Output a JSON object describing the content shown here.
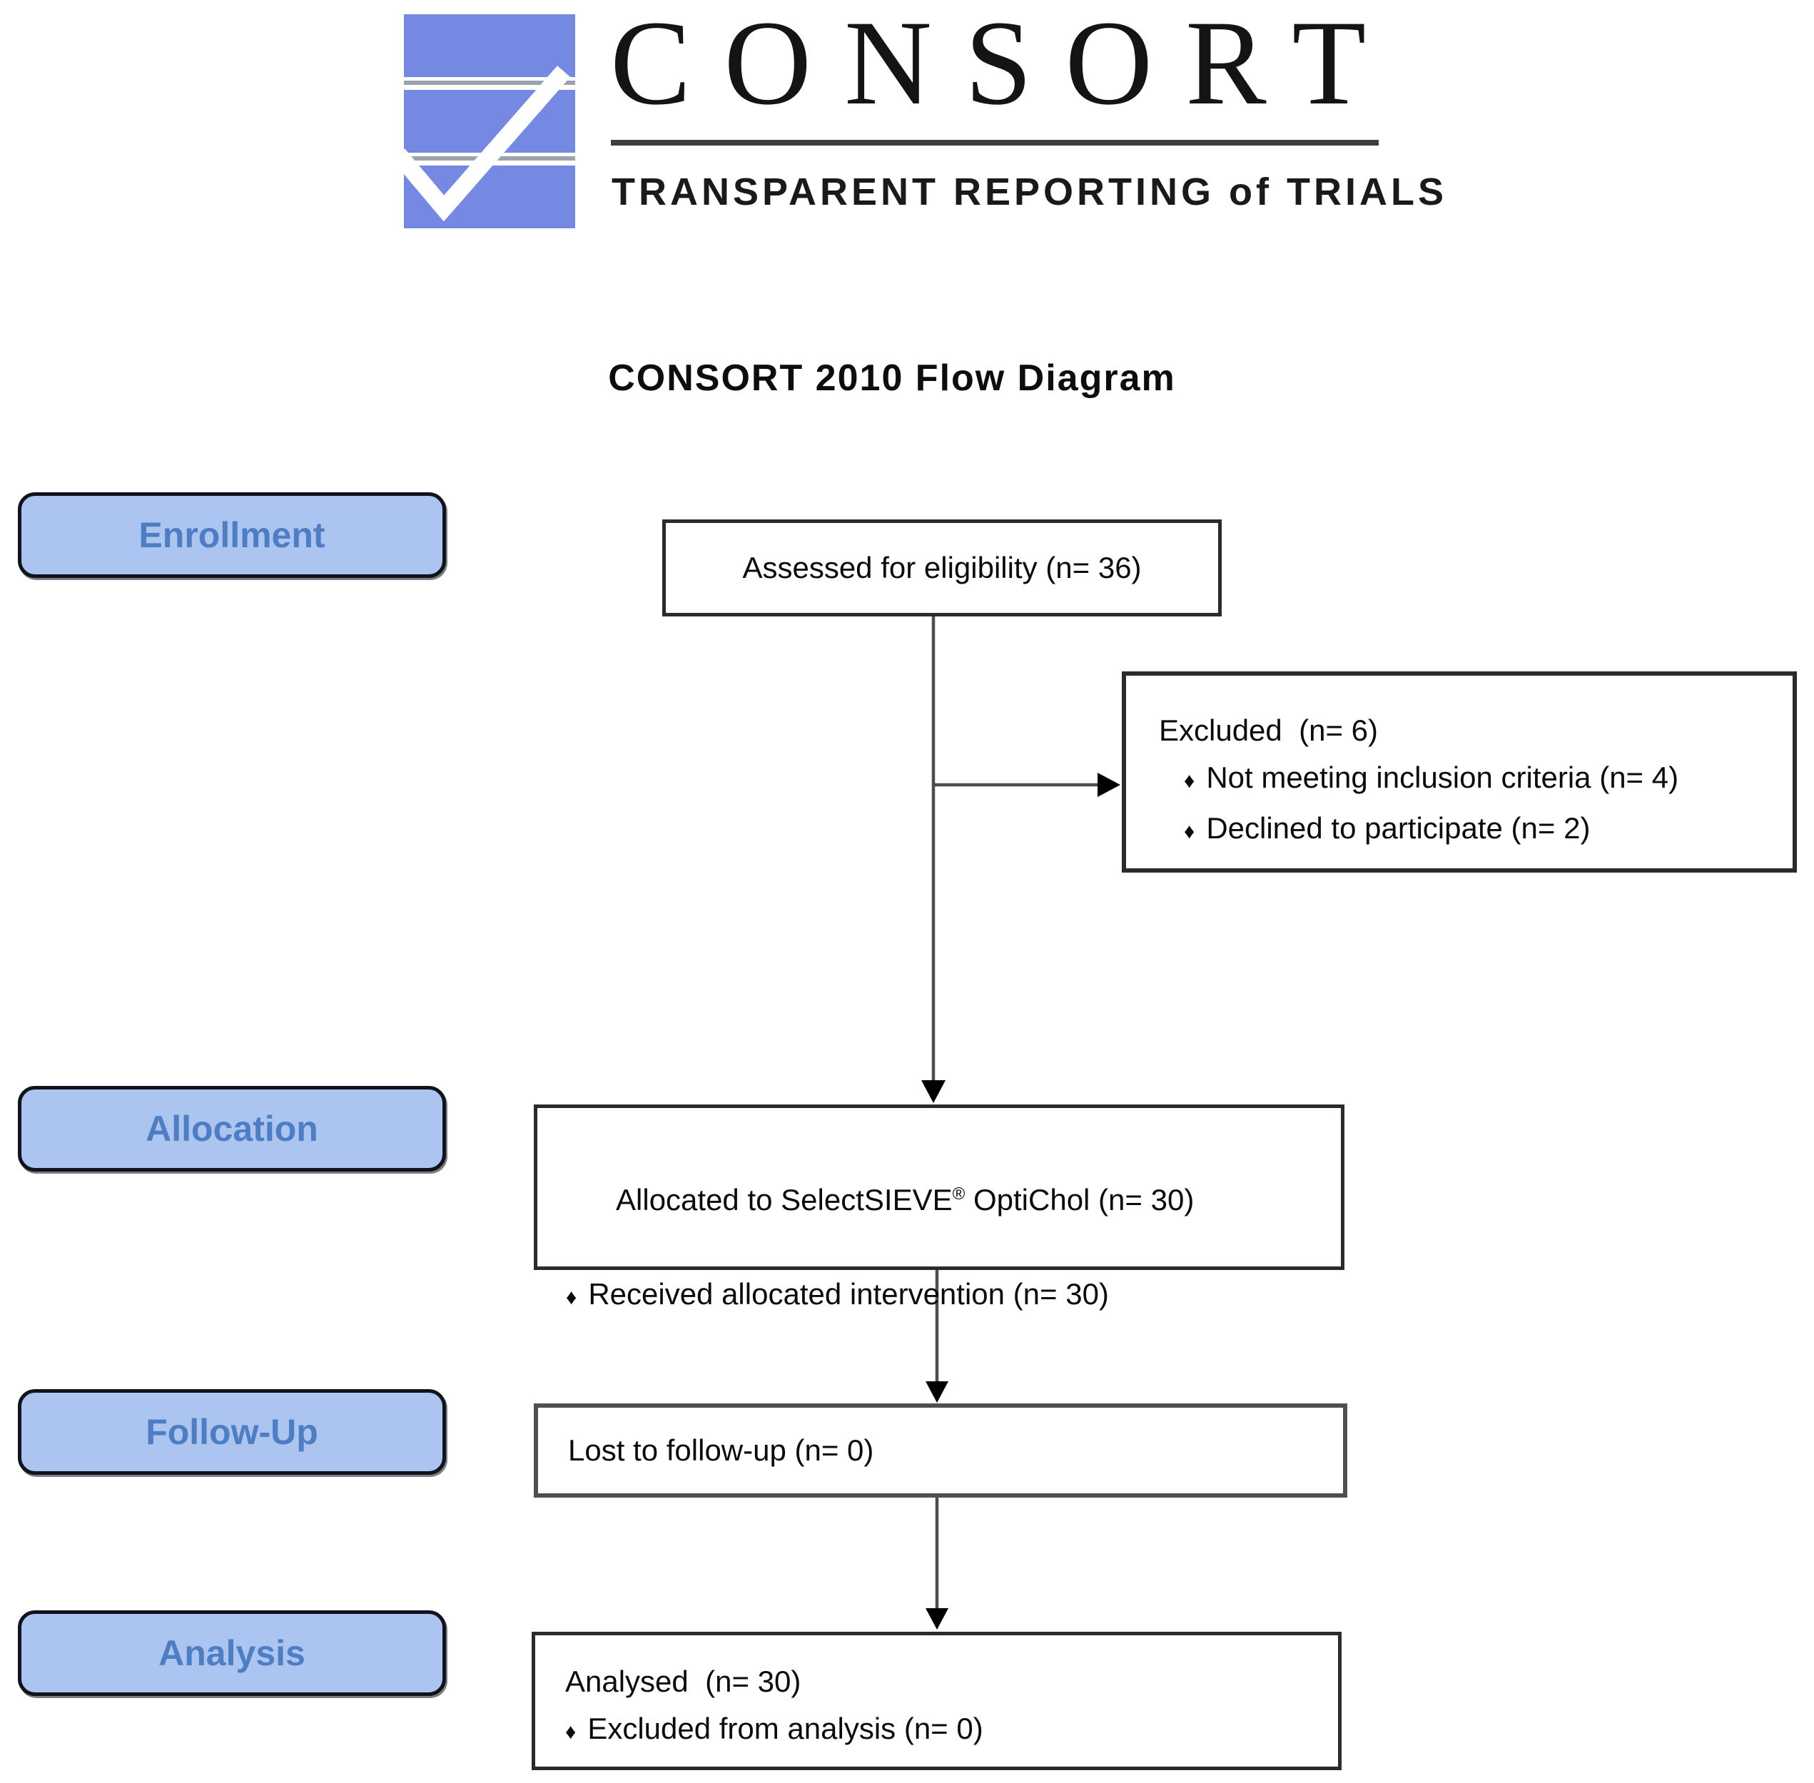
{
  "logo": {
    "brand": "CONSORT",
    "tagline": "TRANSPARENT REPORTING of TRIALS",
    "icon": "consort-check-logo"
  },
  "title": "CONSORT 2010 Flow Diagram",
  "bullet_char": "♦",
  "stages": [
    {
      "label": "Enrollment"
    },
    {
      "label": "Allocation"
    },
    {
      "label": "Follow-Up"
    },
    {
      "label": "Analysis"
    }
  ],
  "flow": {
    "assessed": {
      "text": "Assessed for eligibility (n= 36)"
    },
    "excluded": {
      "title": "Excluded  (n= 6)",
      "bullets": [
        "Not meeting inclusion criteria (n= 4)",
        "Declined to participate (n= 2)"
      ]
    },
    "allocated": {
      "title_pre": "Allocated to SelectSIEVE",
      "title_sup": "®",
      "title_post": " OptiChol (n= 30)",
      "bullets": [
        "Received allocated intervention (n= 30)"
      ]
    },
    "lost": {
      "text": "Lost to follow-up (n= 0)"
    },
    "analysed": {
      "title": "Analysed  (n= 30)",
      "bullets": [
        "Excluded from analysis (n= 0)"
      ]
    }
  },
  "colors": {
    "logo_blue": "#7588e2",
    "stage_fill": "#abc4f0",
    "stage_text": "#4d7dc3",
    "stage_border": "#10131b",
    "box_border": "#2b2b2b",
    "arrow": "#4d4d4d",
    "arrowhead": "#000000"
  }
}
